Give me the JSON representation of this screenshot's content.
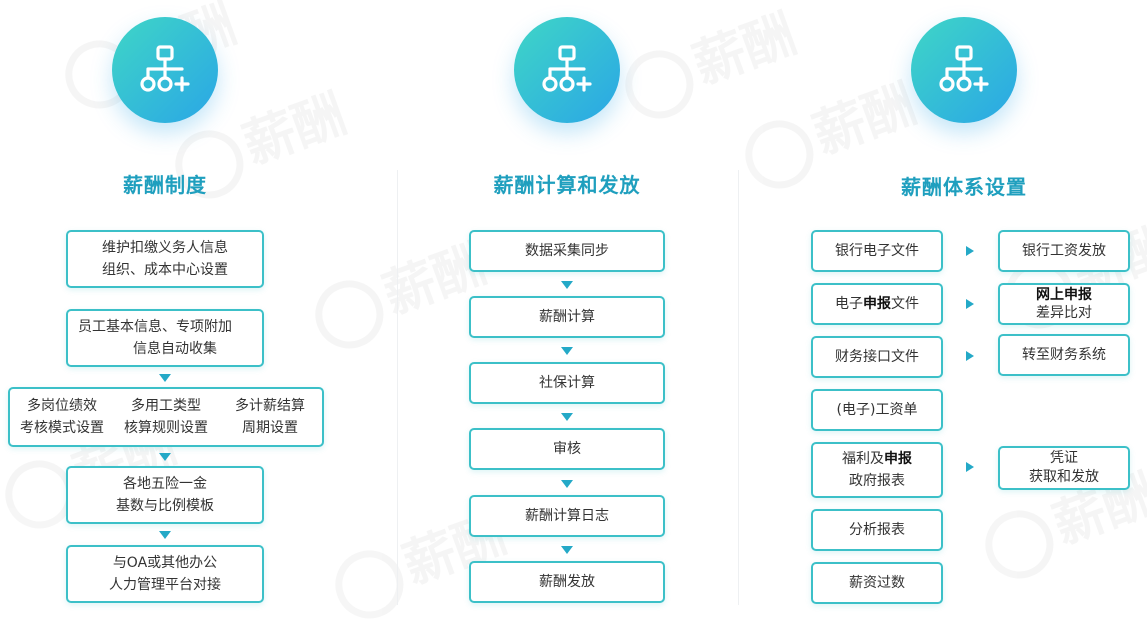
{
  "columns": [
    {
      "title": "薪酬制度",
      "icon": "org-structure-add-icon",
      "steps": [
        {
          "line1": "维护扣缴义务人信息",
          "line2": "组织、成本中心设置"
        },
        {
          "line1": "员工基本信息、专项附加",
          "line2": "信息自动收集"
        },
        {
          "items": [
            {
              "line1": "多岗位绩效",
              "line2": "考核模式设置"
            },
            {
              "line1": "多用工类型",
              "line2": "核算规则设置"
            },
            {
              "line1": "多计薪结算",
              "line2": "周期设置"
            }
          ]
        },
        {
          "line1": "各地五险一金",
          "line2": "基数与比例模板"
        },
        {
          "line1": "与OA或其他办公",
          "line2": "人力管理平台对接"
        }
      ]
    },
    {
      "title": "薪酬计算和发放",
      "icon": "org-structure-add-icon",
      "steps": [
        "数据采集同步",
        "薪酬计算",
        "社保计算",
        "审核",
        "薪酬计算日志",
        "薪酬发放"
      ]
    },
    {
      "title": "薪酬体系设置",
      "icon": "org-structure-add-icon",
      "left": [
        {
          "pre": "银行电子文件",
          "bold": "",
          "post": ""
        },
        {
          "pre": "电子",
          "bold": "申报",
          "post": "文件"
        },
        {
          "pre": "财务接口文件",
          "bold": "",
          "post": ""
        },
        {
          "pre": "(电子)工资单",
          "bold": "",
          "post": ""
        },
        {
          "pre": "福利及",
          "bold": "申报",
          "post": "",
          "line2": "政府报表"
        },
        {
          "pre": "分析报表",
          "bold": "",
          "post": ""
        },
        {
          "pre": "薪资过数",
          "bold": "",
          "post": ""
        }
      ],
      "right": [
        {
          "line1": "银行工资发放",
          "line2": ""
        },
        {
          "line1": "网上申报",
          "line2": "差异比对"
        },
        {
          "line1": "转至财务系统",
          "line2": ""
        },
        {
          "line1": "凭证",
          "line2": "获取和发放"
        }
      ]
    }
  ],
  "colors": {
    "accent": "#3cc0c8",
    "title": "#1f9fbe",
    "arrow": "#24a9c7"
  },
  "watermark": "薪酬"
}
